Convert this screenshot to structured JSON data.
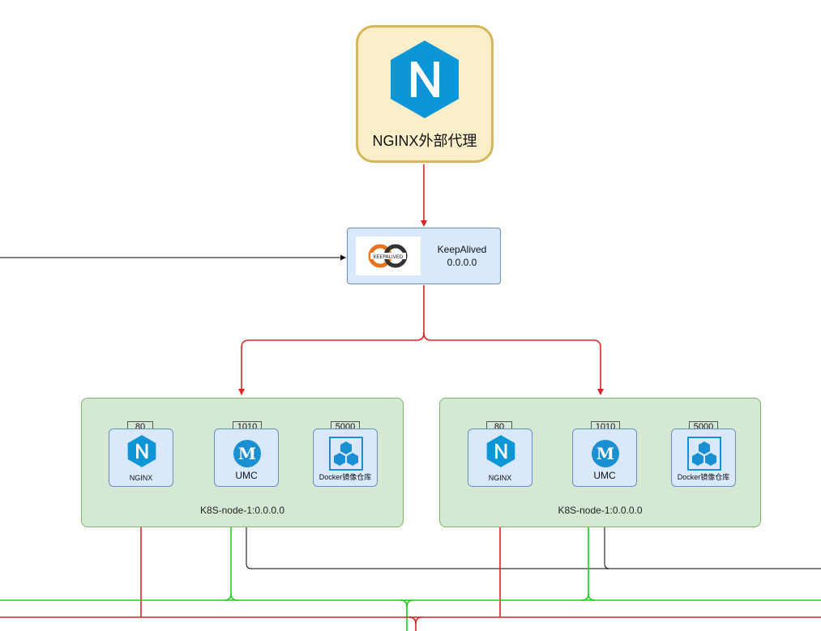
{
  "proxy": {
    "label": "NGINX外部代理"
  },
  "keepalived": {
    "logo_text": "KEEPALIVED",
    "name": "KeepAlived",
    "ip": "0.0.0.0"
  },
  "nodes": [
    {
      "label": "K8S-node-1:0.0.0.0",
      "services": [
        {
          "port": "80",
          "label": "NGINX"
        },
        {
          "port": "1010",
          "label": "UMC"
        },
        {
          "port": "5000",
          "label": "Docker镜像仓库"
        }
      ]
    },
    {
      "label": "K8S-node-1:0.0.0.0",
      "services": [
        {
          "port": "80",
          "label": "NGINX"
        },
        {
          "port": "1010",
          "label": "UMC"
        },
        {
          "port": "5000",
          "label": "Docker镜像仓库"
        }
      ]
    }
  ],
  "colors": {
    "primary_flow": "#d62728",
    "secondary_flow": "#22cc22",
    "link": "#000000",
    "nginx_hex": "#0c96d8",
    "container_fill": "#d5e8d4",
    "service_fill": "#dae8fc",
    "proxy_fill": "#fbefc9"
  },
  "icons": [
    "nginx-hexagon-icon",
    "keepalived-logo",
    "umc-m-icon",
    "docker-registry-cubes-icon"
  ]
}
